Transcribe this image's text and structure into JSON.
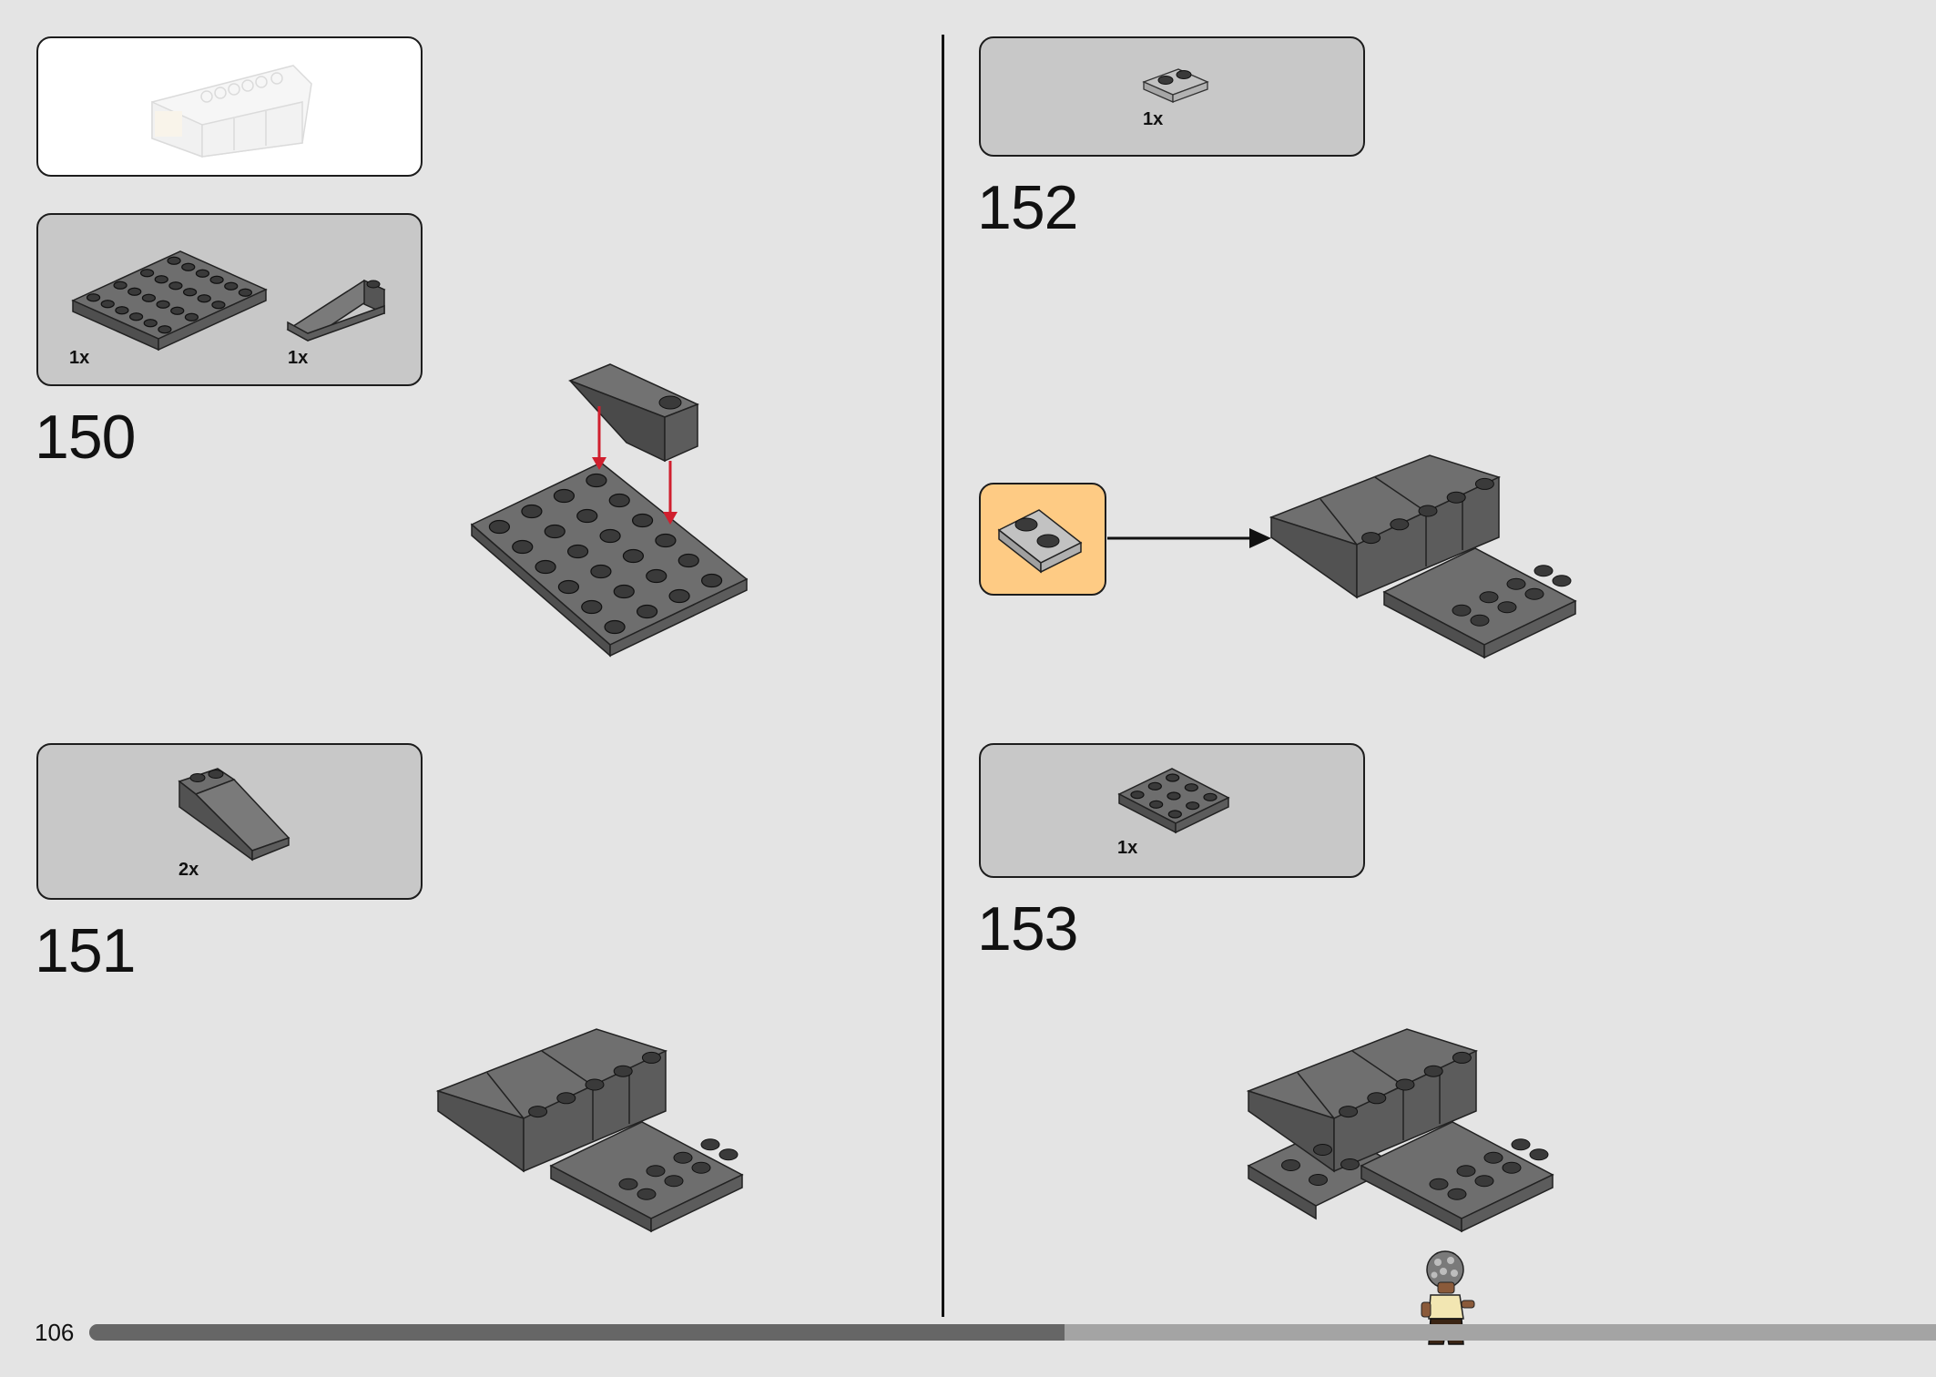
{
  "page": {
    "number": "106",
    "progress": 0.525
  },
  "steps": [
    {
      "number": "150",
      "parts": [
        {
          "qty": "1x"
        },
        {
          "qty": "1x"
        }
      ]
    },
    {
      "number": "151",
      "parts": [
        {
          "qty": "2x"
        }
      ]
    },
    {
      "number": "152",
      "parts": [
        {
          "qty": "1x"
        }
      ]
    },
    {
      "number": "153",
      "parts": [
        {
          "qty": "1x"
        }
      ]
    }
  ],
  "colors": {
    "brick_dark_grey": "#6b6b6b",
    "brick_light_grey": "#bdbdbd",
    "arrow_red": "#d01f2e",
    "callout_bg": "#fecb84",
    "parts_bg": "#c8c8c8"
  }
}
